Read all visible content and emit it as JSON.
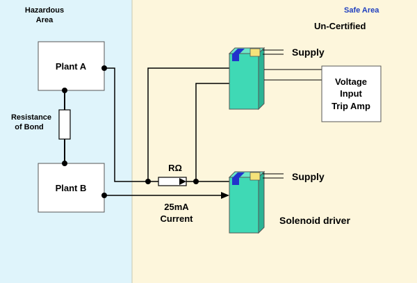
{
  "zones": {
    "hazardous_label_line1": "Hazardous",
    "hazardous_label_line2": "Area",
    "safe_label": "Safe Area",
    "uncertified_label": "Un-Certified",
    "colors": {
      "hazardous": "#dff4fb",
      "safe": "#fdf6dc"
    }
  },
  "plants": {
    "plant_a": "Plant A",
    "plant_b": "Plant B"
  },
  "bond": {
    "label_line1": "Resistance",
    "label_line2": "of Bond"
  },
  "resistor": {
    "label": "RΩ"
  },
  "current": {
    "label_line1": "25mA",
    "label_line2": "Current"
  },
  "modules": {
    "upper_supply": "Supply",
    "lower_supply": "Supply",
    "solenoid_label": "Solenoid driver",
    "colors": {
      "body": "#3fd9b5",
      "blue_tab": "#2233cc",
      "yellow_tab": "#f5e27a"
    }
  },
  "trip_amp": {
    "line1": "Voltage",
    "line2": "Input",
    "line3": "Trip Amp"
  }
}
